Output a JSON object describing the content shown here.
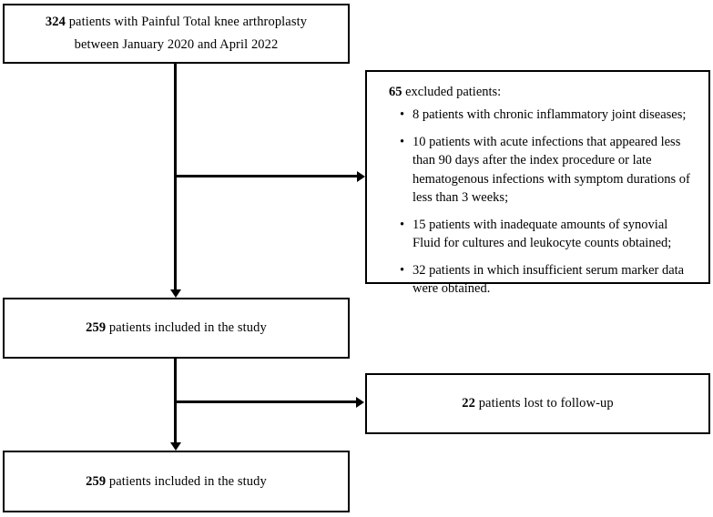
{
  "flowchart": {
    "title": "Patient selection flow diagram",
    "stroke_color": "#000000",
    "background_color": "#ffffff",
    "enrolled": {
      "line1_count": "324",
      "line1_text": " patients with Painful Total knee arthroplasty",
      "line2_text": "between January 2020 and April 2022"
    },
    "excluded": {
      "count": "65",
      "heading_text": " excluded patients:",
      "bullet_glyph": "•",
      "items": [
        "8 patients with chronic inflammatory joint diseases;",
        "10 patients with acute infections that appeared less than 90 days after the index procedure or late hematogenous infections with symptom durations of less than 3 weeks;",
        "15 patients with inadequate amounts of synovial Fluid for cultures and leukocyte counts obtained;",
        "32 patients in which insufficient serum marker data were obtained."
      ]
    },
    "included_first": {
      "count": "259",
      "text": " patients included in the study"
    },
    "lost_followup": {
      "count": "22",
      "text": " patients lost to follow-up"
    },
    "included_second": {
      "count": "259",
      "text": " patients included in the study"
    }
  }
}
